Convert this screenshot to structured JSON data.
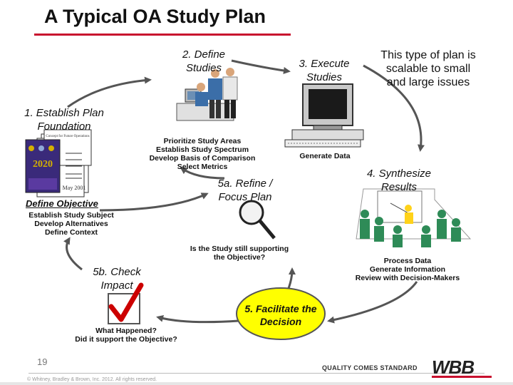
{
  "header": {
    "title": "A Typical OA Study Plan"
  },
  "steps": {
    "establish": "1. Establish Plan Foundation",
    "define": "2. Define Studies",
    "execute": "3. Execute Studies",
    "synthesize": "4. Synthesize Results",
    "refine": "5a. Refine / Focus Plan",
    "impact": "5b. Check Impact",
    "facilitate": "5. Facilitate the Decision"
  },
  "scalable_note": "This type of plan is scalable to small and large issues",
  "define_tasks": [
    "Prioritize Study Areas",
    "Establish Study Spectrum",
    "Develop Basis of Comparison",
    "Select Metrics"
  ],
  "execute_task": "Generate Data",
  "objective": {
    "title": "Define Objective",
    "tasks": [
      "Establish Study Subject",
      "Develop Alternatives",
      "Define Context"
    ]
  },
  "document_stack": {
    "cover_header": "Concept for Future Operations",
    "cover_year": "2020",
    "date_label": "May 2001"
  },
  "synthesize_tasks": [
    "Process Data",
    "Generate Information",
    "Review with Decision-Makers"
  ],
  "question": "Is the Study still supporting the Objective?",
  "impact_questions": [
    "What Happened?",
    "Did it support the Objective?"
  ],
  "footer": {
    "page_number": "19",
    "copyright": "© Whitney, Bradley & Brown, Inc. 2012. All rights reserved.",
    "tagline": "QUALITY COMES STANDARD",
    "brand": "WBB"
  },
  "colors": {
    "accent": "#c8102e",
    "oval": "#ffff00",
    "arrow": "#555555",
    "podium": "#2e8b57",
    "check": "#cc0000"
  }
}
